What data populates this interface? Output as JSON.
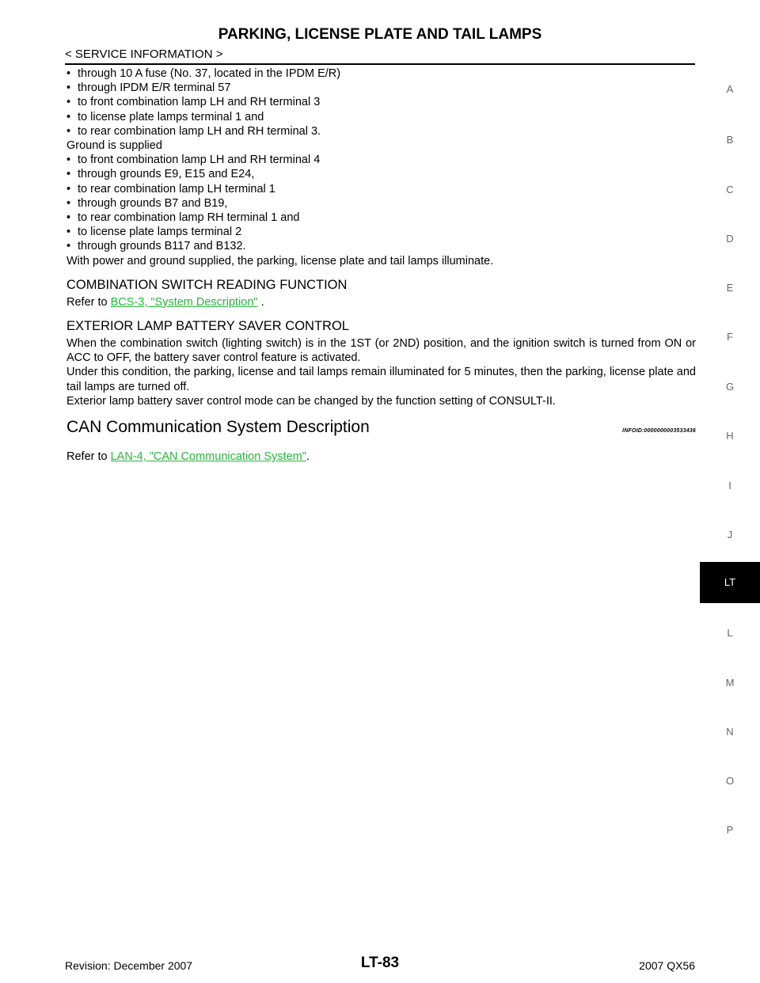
{
  "header": {
    "title": "PARKING, LICENSE PLATE AND TAIL LAMPS",
    "breadcrumb": "< SERVICE INFORMATION >"
  },
  "body": {
    "lines_a": [
      "through 10 A fuse (No. 37, located in the IPDM E/R)",
      "through IPDM E/R terminal 57",
      "to front combination lamp LH and RH terminal 3",
      "to license plate lamps terminal 1 and",
      "to rear combination lamp LH and RH terminal 3."
    ],
    "ground_label": "Ground is supplied",
    "lines_b": [
      "to front combination lamp LH and RH terminal 4",
      "through grounds E9, E15 and E24,",
      "to rear combination lamp LH terminal 1",
      "through grounds B7 and B19,",
      "to rear combination lamp RH terminal 1 and",
      "to license plate lamps terminal 2",
      "through grounds B117 and B132."
    ],
    "summary": "With power and ground supplied, the parking, license plate and tail lamps illuminate.",
    "combo_heading": "COMBINATION SWITCH READING FUNCTION",
    "combo_refer_prefix": "Refer to ",
    "combo_link": "BCS-3, \"System Description\"",
    "combo_refer_suffix": " .",
    "saver_heading": "EXTERIOR LAMP BATTERY SAVER CONTROL",
    "saver_p1": "When the combination switch (lighting switch) is in the 1ST (or 2ND) position, and the ignition switch is turned from ON or ACC to OFF, the battery saver control feature is activated.",
    "saver_p2": "Under this condition, the parking, license and tail lamps remain illuminated for 5 minutes, then the parking, license plate and tail lamps are turned off.",
    "saver_p3": "Exterior lamp battery saver control mode can be changed by the function setting of CONSULT-II.",
    "can_heading": "CAN Communication System Description",
    "can_infoid": "INFOID:0000000003533436",
    "can_refer_prefix": "Refer to ",
    "can_link": "LAN-4, \"CAN Communication System\"",
    "can_refer_suffix": "."
  },
  "tabs": [
    "A",
    "B",
    "C",
    "D",
    "E",
    "F",
    "G",
    "H",
    "I",
    "J",
    "LT",
    "L",
    "M",
    "N",
    "O",
    "P"
  ],
  "footer": {
    "revision": "Revision: December 2007",
    "page": "LT-83",
    "model": "2007 QX56"
  },
  "colors": {
    "link": "#28b43c",
    "active_tab_bg": "#000000"
  }
}
